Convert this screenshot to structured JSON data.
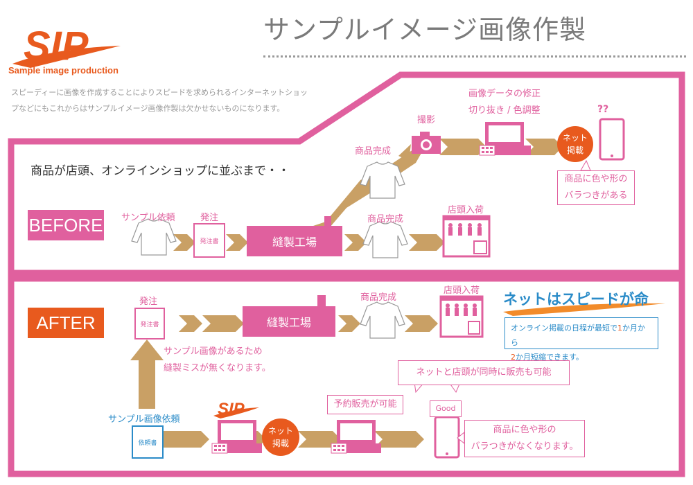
{
  "header": {
    "logo_text": "SIP",
    "logo_sub": "Sample image production",
    "title": "サンプルイメージ画像作製",
    "intro": "スピーディーに画像を作成することによりスピードを求められるインターネットショップなどにもこれからはサンプルイメージ画像作製は欠かせないものになります。"
  },
  "colors": {
    "pink": "#e0609e",
    "orange": "#e85a1e",
    "tan": "#c9a065",
    "blue": "#2a8bc8",
    "gray": "#7a7a7a"
  },
  "before": {
    "label": "BEFORE",
    "heading": "商品が店頭、オンラインショップに並ぶまで・・",
    "sample_request": "サンプル依頼",
    "order": "発注",
    "order_doc": "発注書",
    "factory": "縫製工場",
    "product_done_upper": "商品完成",
    "product_done_lower": "商品完成",
    "shoot": "撮影",
    "edit_line1": "画像データの修正",
    "edit_line2": "切り抜き / 色調整",
    "net_post_line1": "ネット",
    "net_post_line2": "掲載",
    "question": "??",
    "problem_line1": "商品に色や形の",
    "problem_line2": "バラつきがある",
    "store_arrival": "店頭入荷"
  },
  "after": {
    "label": "AFTER",
    "order": "発注",
    "order_doc": "発注書",
    "factory": "縫製工場",
    "product_done": "商品完成",
    "store_arrival": "店頭入荷",
    "speed_title": "ネットはスピードが命",
    "speed_note_a": "オンライン掲載の日程が最短で",
    "speed_note_b": "1",
    "speed_note_c": "か月から",
    "speed_note_d": "2",
    "speed_note_e": "か月短縮できます。",
    "sample_note_line1": "サンプル画像があるため",
    "sample_note_line2": "縫製ミスが無くなります。",
    "sample_image_request": "サンプル画像依頼",
    "request_doc": "依頼書",
    "sip_logo": "SIP",
    "net_post_line1": "ネット",
    "net_post_line2": "掲載",
    "presale": "予約販売が可能",
    "simultaneous": "ネットと店頭が同時に販売も可能",
    "good": "Good",
    "result_line1": "商品に色や形の",
    "result_line2": "バラつきがなくなります。"
  }
}
